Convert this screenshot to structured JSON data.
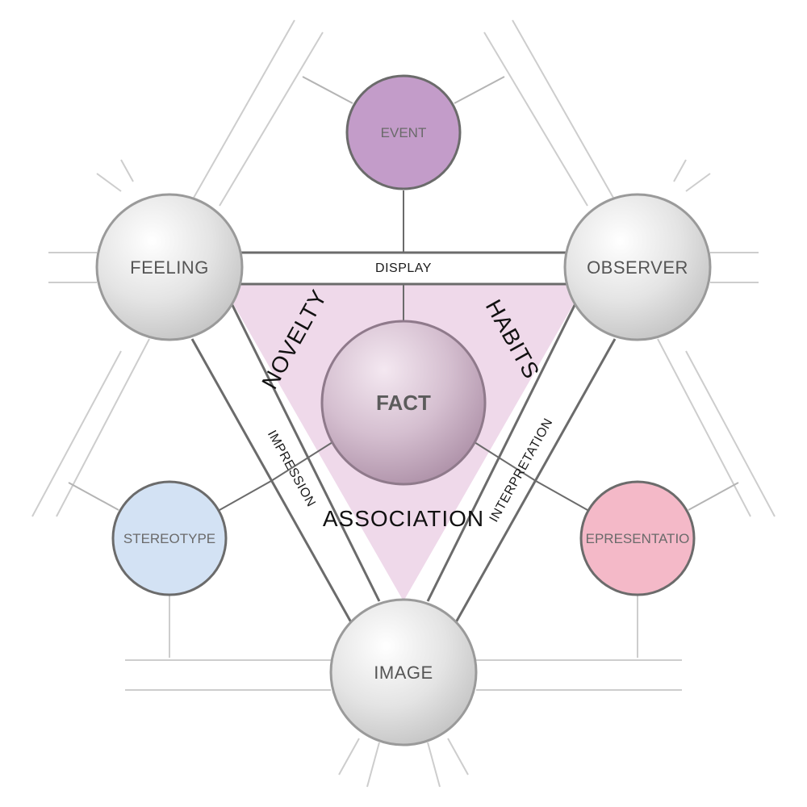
{
  "nodes": {
    "event": "EVENT",
    "feeling": "FEELING",
    "observer": "OBSERVER",
    "image": "IMAGE",
    "stereotype": "STEREOTYPE",
    "representation": "EPRESENTATIO",
    "fact": "FACT"
  },
  "bands": {
    "display": "DISPLAY",
    "impression": "IMPRESSION",
    "interpretation": "INTERPRETATION"
  },
  "regions": {
    "novelty": "NOVELTY",
    "habits": "HABITS",
    "association": "ASSOCIATION"
  },
  "colors": {
    "triangle_fill": "#efd9ea",
    "event_fill": "#c39cc9",
    "stereotype_fill": "#d3e2f4",
    "representation_fill": "#f4b9c8",
    "gray_node_fill": "#e6e6e6",
    "fact_fill": "#c7aec3",
    "outline": "#6b6b6b"
  }
}
